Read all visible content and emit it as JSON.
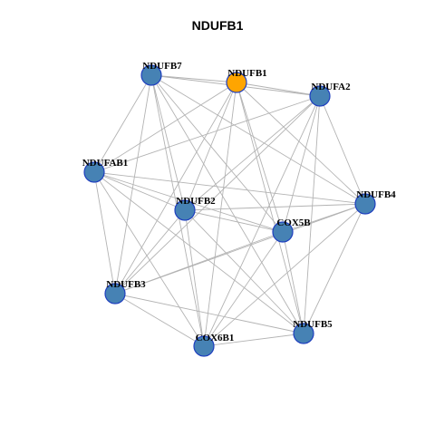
{
  "title": "NDUFB1",
  "colors": {
    "hub": "#FFA500",
    "node": "#4682B4",
    "node_border": "#1f3fbf",
    "edge": "#b3b3b3"
  },
  "nodes": [
    {
      "id": "NDUFB7",
      "label": "NDUFB7",
      "hub": false
    },
    {
      "id": "NDUFB1",
      "label": "NDUFB1",
      "hub": true
    },
    {
      "id": "NDUFA2",
      "label": "NDUFA2",
      "hub": false
    },
    {
      "id": "NDUFAB1",
      "label": "NDUFAB1",
      "hub": false
    },
    {
      "id": "NDUFB4",
      "label": "NDUFB4",
      "hub": false
    },
    {
      "id": "NDUFB2",
      "label": "NDUFB2",
      "hub": false
    },
    {
      "id": "COX5B",
      "label": "COX5B",
      "hub": false
    },
    {
      "id": "NDUFB3",
      "label": "NDUFB3",
      "hub": false
    },
    {
      "id": "NDUFB5",
      "label": "NDUFB5",
      "hub": false
    },
    {
      "id": "COX6B1",
      "label": "COX6B1",
      "hub": false
    }
  ],
  "edges": [
    [
      "NDUFB7",
      "NDUFB1"
    ],
    [
      "NDUFB7",
      "NDUFA2"
    ],
    [
      "NDUFB7",
      "NDUFAB1"
    ],
    [
      "NDUFB7",
      "NDUFB4"
    ],
    [
      "NDUFB7",
      "NDUFB2"
    ],
    [
      "NDUFB7",
      "COX5B"
    ],
    [
      "NDUFB7",
      "NDUFB3"
    ],
    [
      "NDUFB7",
      "NDUFB5"
    ],
    [
      "NDUFB7",
      "COX6B1"
    ],
    [
      "NDUFB1",
      "NDUFA2"
    ],
    [
      "NDUFB1",
      "NDUFAB1"
    ],
    [
      "NDUFB1",
      "NDUFB4"
    ],
    [
      "NDUFB1",
      "NDUFB2"
    ],
    [
      "NDUFB1",
      "COX5B"
    ],
    [
      "NDUFB1",
      "NDUFB3"
    ],
    [
      "NDUFB1",
      "NDUFB5"
    ],
    [
      "NDUFB1",
      "COX6B1"
    ],
    [
      "NDUFA2",
      "NDUFAB1"
    ],
    [
      "NDUFA2",
      "NDUFB4"
    ],
    [
      "NDUFA2",
      "NDUFB2"
    ],
    [
      "NDUFA2",
      "COX5B"
    ],
    [
      "NDUFA2",
      "NDUFB3"
    ],
    [
      "NDUFA2",
      "NDUFB5"
    ],
    [
      "NDUFA2",
      "COX6B1"
    ],
    [
      "NDUFAB1",
      "NDUFB4"
    ],
    [
      "NDUFAB1",
      "NDUFB2"
    ],
    [
      "NDUFAB1",
      "COX5B"
    ],
    [
      "NDUFAB1",
      "NDUFB3"
    ],
    [
      "NDUFAB1",
      "NDUFB5"
    ],
    [
      "NDUFAB1",
      "COX6B1"
    ],
    [
      "NDUFB4",
      "NDUFB2"
    ],
    [
      "NDUFB4",
      "COX5B"
    ],
    [
      "NDUFB4",
      "NDUFB3"
    ],
    [
      "NDUFB4",
      "NDUFB5"
    ],
    [
      "NDUFB4",
      "COX6B1"
    ],
    [
      "NDUFB2",
      "COX5B"
    ],
    [
      "NDUFB2",
      "NDUFB3"
    ],
    [
      "NDUFB2",
      "NDUFB5"
    ],
    [
      "NDUFB2",
      "COX6B1"
    ],
    [
      "COX5B",
      "NDUFB3"
    ],
    [
      "COX5B",
      "NDUFB5"
    ],
    [
      "COX5B",
      "COX6B1"
    ],
    [
      "NDUFB3",
      "NDUFB5"
    ],
    [
      "NDUFB3",
      "COX6B1"
    ],
    [
      "NDUFB5",
      "COX6B1"
    ]
  ]
}
